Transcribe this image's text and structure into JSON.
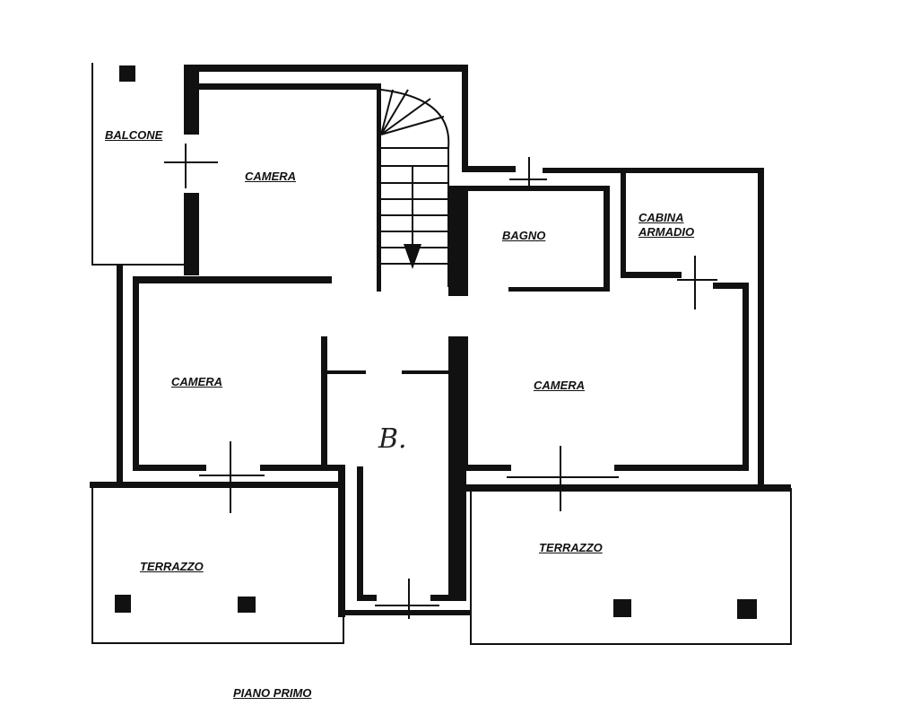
{
  "plan": {
    "title": "PIANO PRIMO",
    "rooms": {
      "balcone": "BALCONE",
      "camera_top": "CAMERA",
      "bagno": "BAGNO",
      "cabina_armadio": "CABINA\nARMADIO",
      "camera_left": "CAMERA",
      "camera_right": "CAMERA",
      "terrazzo_left": "TERRAZZO",
      "terrazzo_right": "TERRAZZO"
    },
    "corridor_mark": "B.",
    "wall_color": "#111111"
  }
}
